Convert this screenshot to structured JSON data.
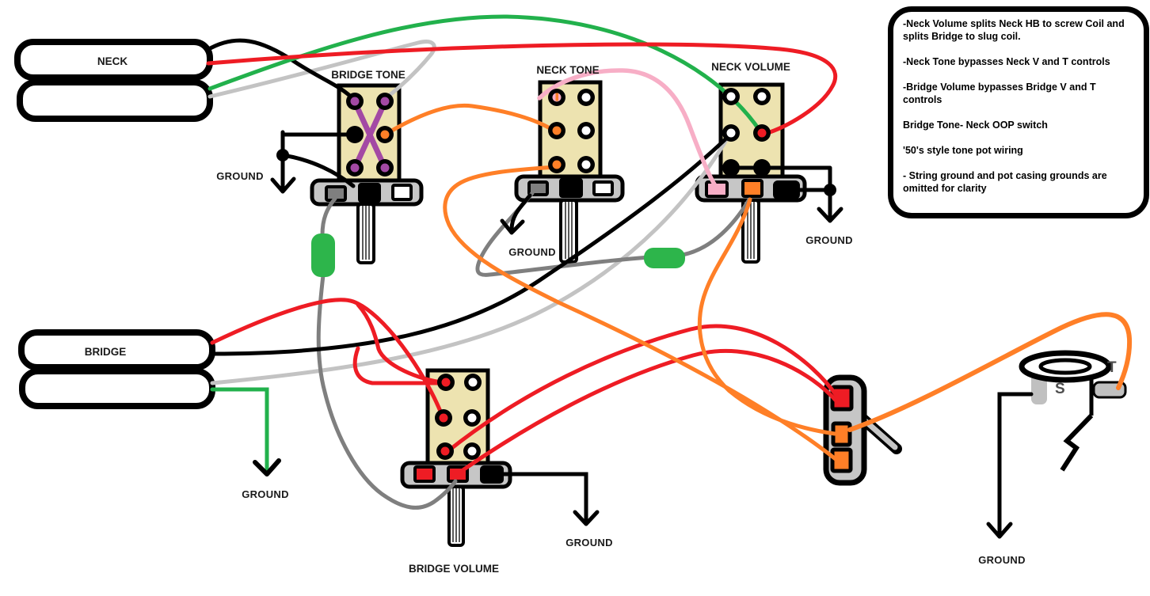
{
  "labels": {
    "neck_pickup": "NECK",
    "bridge_pickup": "BRIDGE",
    "bridge_tone": "BRIDGE TONE",
    "neck_tone": "NECK TONE",
    "neck_volume": "NECK VOLUME",
    "bridge_volume": "BRIDGE VOLUME",
    "ground": "GROUND",
    "sleeve": "S",
    "tip": "T"
  },
  "notes": {
    "lines": [
      "-Neck Volume splits Neck HB to screw Coil and splits Bridge to slug coil.",
      "-Neck Tone bypasses Neck V and T controls",
      "-Bridge Volume bypasses Bridge V and T controls",
      "Bridge Tone- Neck OOP switch",
      "'50's style tone pot wiring",
      "- String ground and pot casing grounds are omitted for clarity"
    ]
  },
  "colors": {
    "black": "#000000",
    "red": "#EE1C24",
    "green": "#22B14C",
    "orange": "#FF7F27",
    "pink": "#F7AEC6",
    "purple": "#A349A4",
    "gray_dark": "#7F7F7F",
    "gray_light": "#C3C3C3",
    "pot_face": "#EDE3B0",
    "metal": "#C6C6C6",
    "lug_gray": "#7F7F7F",
    "cap_green": "#2DB54B",
    "white": "#FFFFFF"
  }
}
